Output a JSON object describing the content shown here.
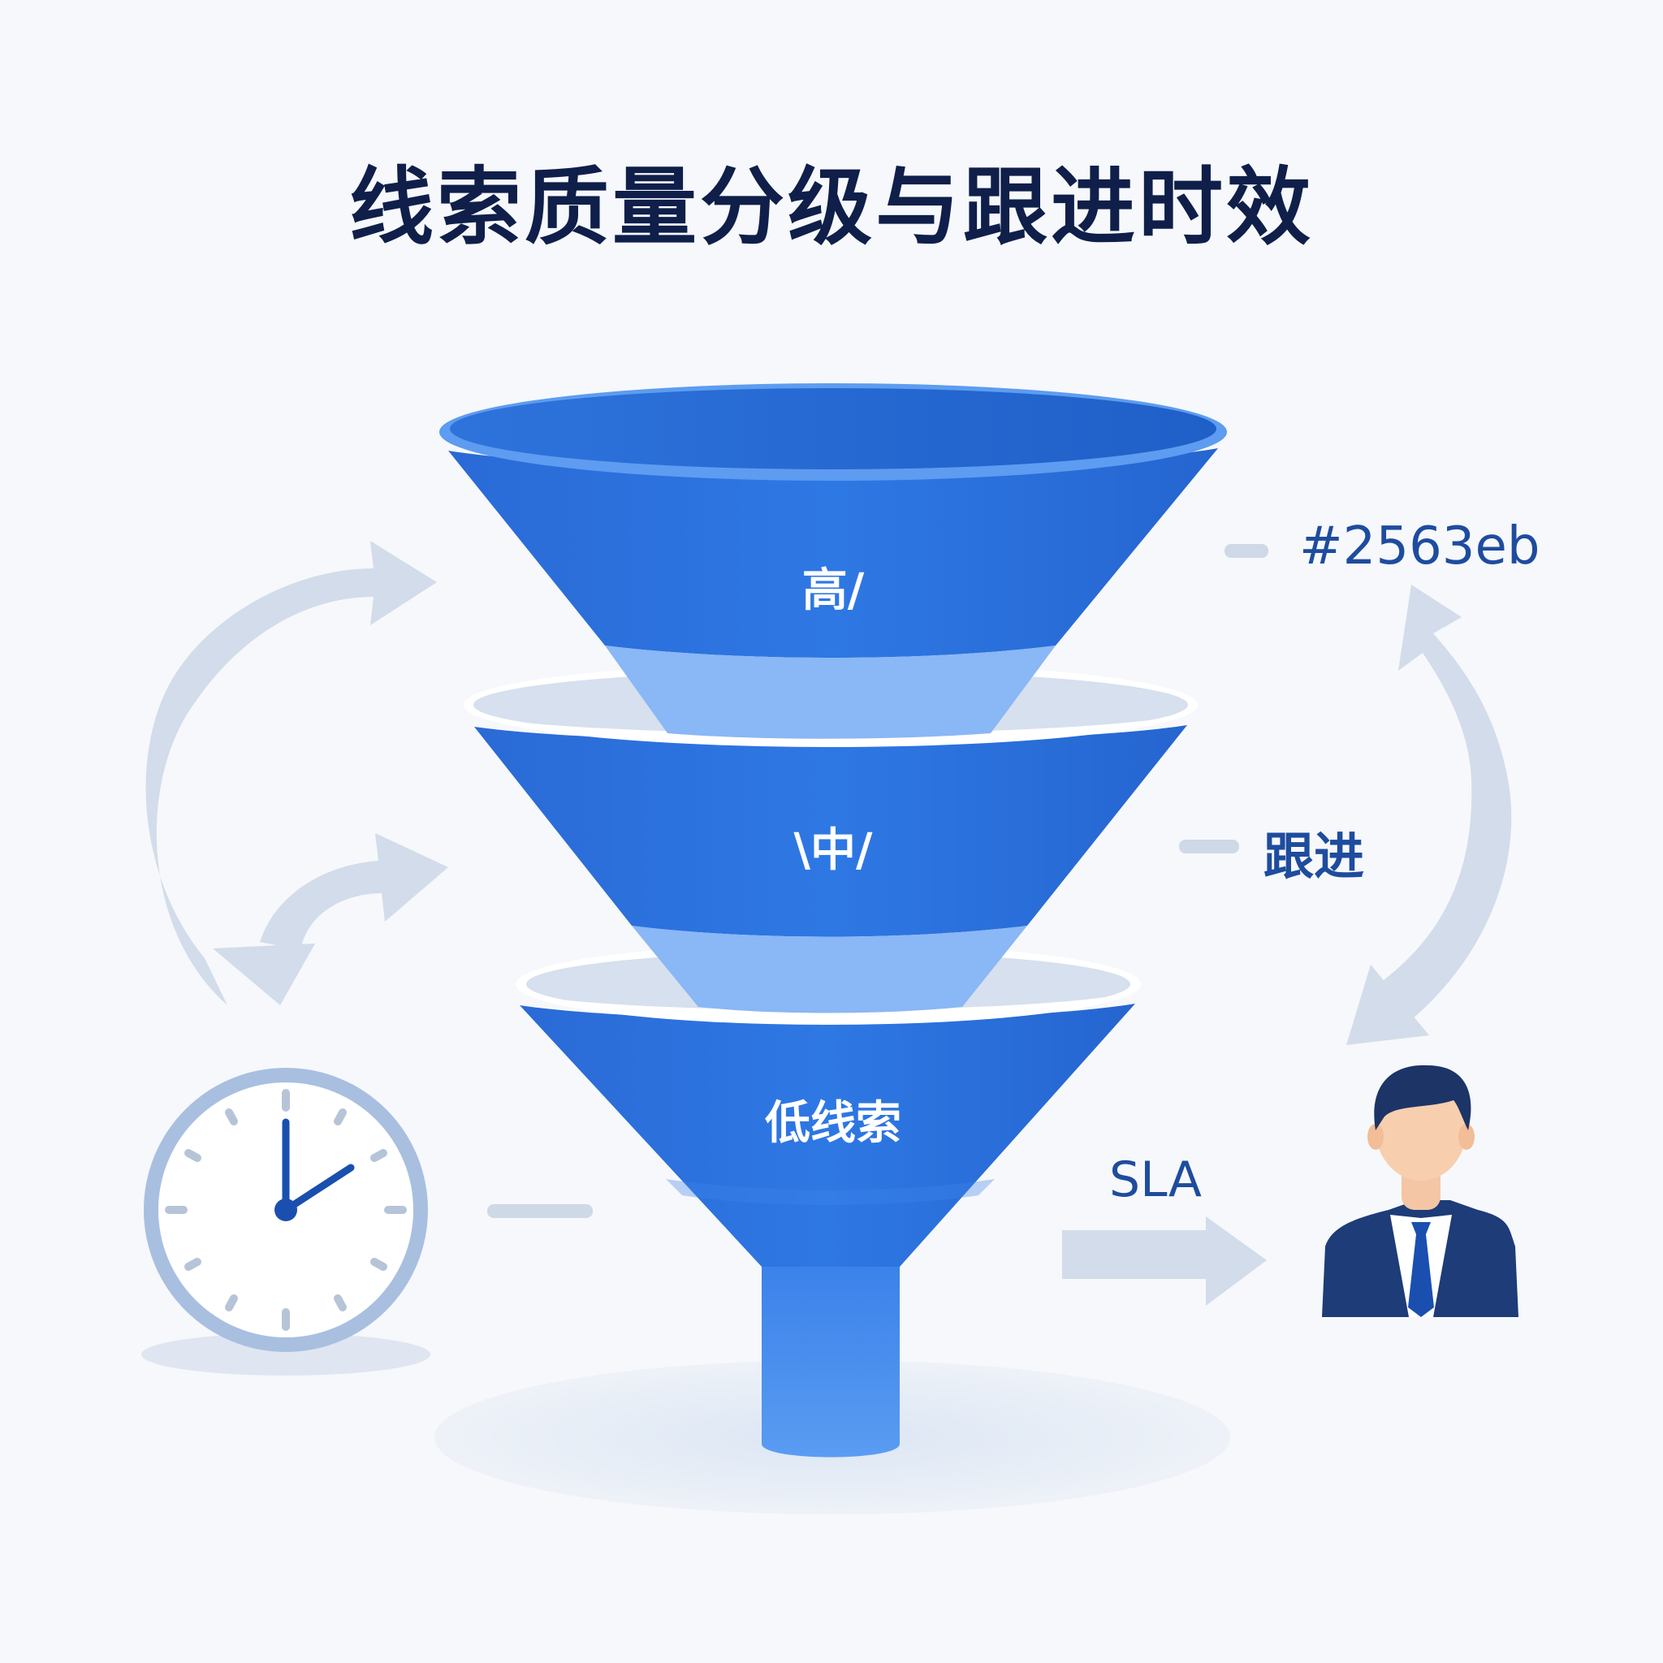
{
  "title": "线索质量分级与跟进时效",
  "funnel": {
    "tiers": [
      {
        "label": "高/"
      },
      {
        "label": "\\中/"
      },
      {
        "label": "低线索"
      }
    ]
  },
  "annotations": {
    "color_code": "#2563eb",
    "follow_up": "跟进",
    "sla": "SLA"
  },
  "icons": [
    "clock-icon",
    "businessman-icon",
    "cycle-arrows-icon",
    "right-arrow-icon"
  ],
  "colors": {
    "funnel_blue": "#2a6fd8",
    "funnel_light": "#8ab7f5",
    "arrow_gray": "#d3dcea",
    "title": "#0f1f4a",
    "label_blue": "#1e4c9e"
  }
}
